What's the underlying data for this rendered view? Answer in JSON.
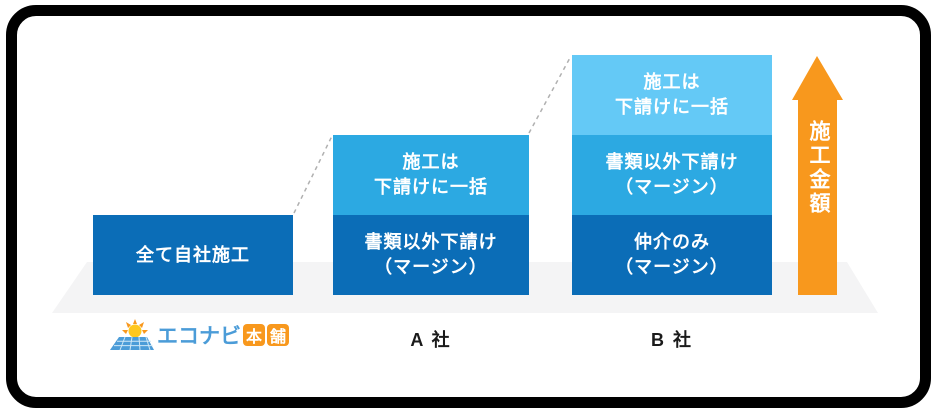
{
  "colors": {
    "dark_blue": "#0b6db7",
    "medium_blue": "#2ca9e2",
    "light_blue": "#64c9f6",
    "orange": "#f8981d",
    "floor_gray": "#f4f4f5",
    "dash_gray": "#b0b0b0",
    "frame_black": "#000000",
    "logo_blue": "#4b9cd8"
  },
  "bars": [
    {
      "id": "econavi",
      "company_label": "",
      "segments": [
        {
          "line1": "全て自社施工",
          "line2": "",
          "color": "dark_blue"
        }
      ]
    },
    {
      "id": "company-a",
      "company_label": "A 社",
      "segments": [
        {
          "line1": "施工は",
          "line2": "下請けに一括",
          "color": "medium_blue"
        },
        {
          "line1": "書類以外下請け",
          "line2": "（マージン）",
          "color": "dark_blue"
        }
      ]
    },
    {
      "id": "company-b",
      "company_label": "B 社",
      "segments": [
        {
          "line1": "施工は",
          "line2": "下請けに一括",
          "color": "light_blue"
        },
        {
          "line1": "書類以外下請け",
          "line2": "（マージン）",
          "color": "medium_blue"
        },
        {
          "line1": "仲介のみ",
          "line2": "（マージン）",
          "color": "dark_blue"
        }
      ]
    }
  ],
  "arrow": {
    "label": "施工金額"
  },
  "logo": {
    "text": "エコナビ",
    "badge1": "本",
    "badge2": "舗",
    "icon": "solar-panel-sun-icon"
  }
}
